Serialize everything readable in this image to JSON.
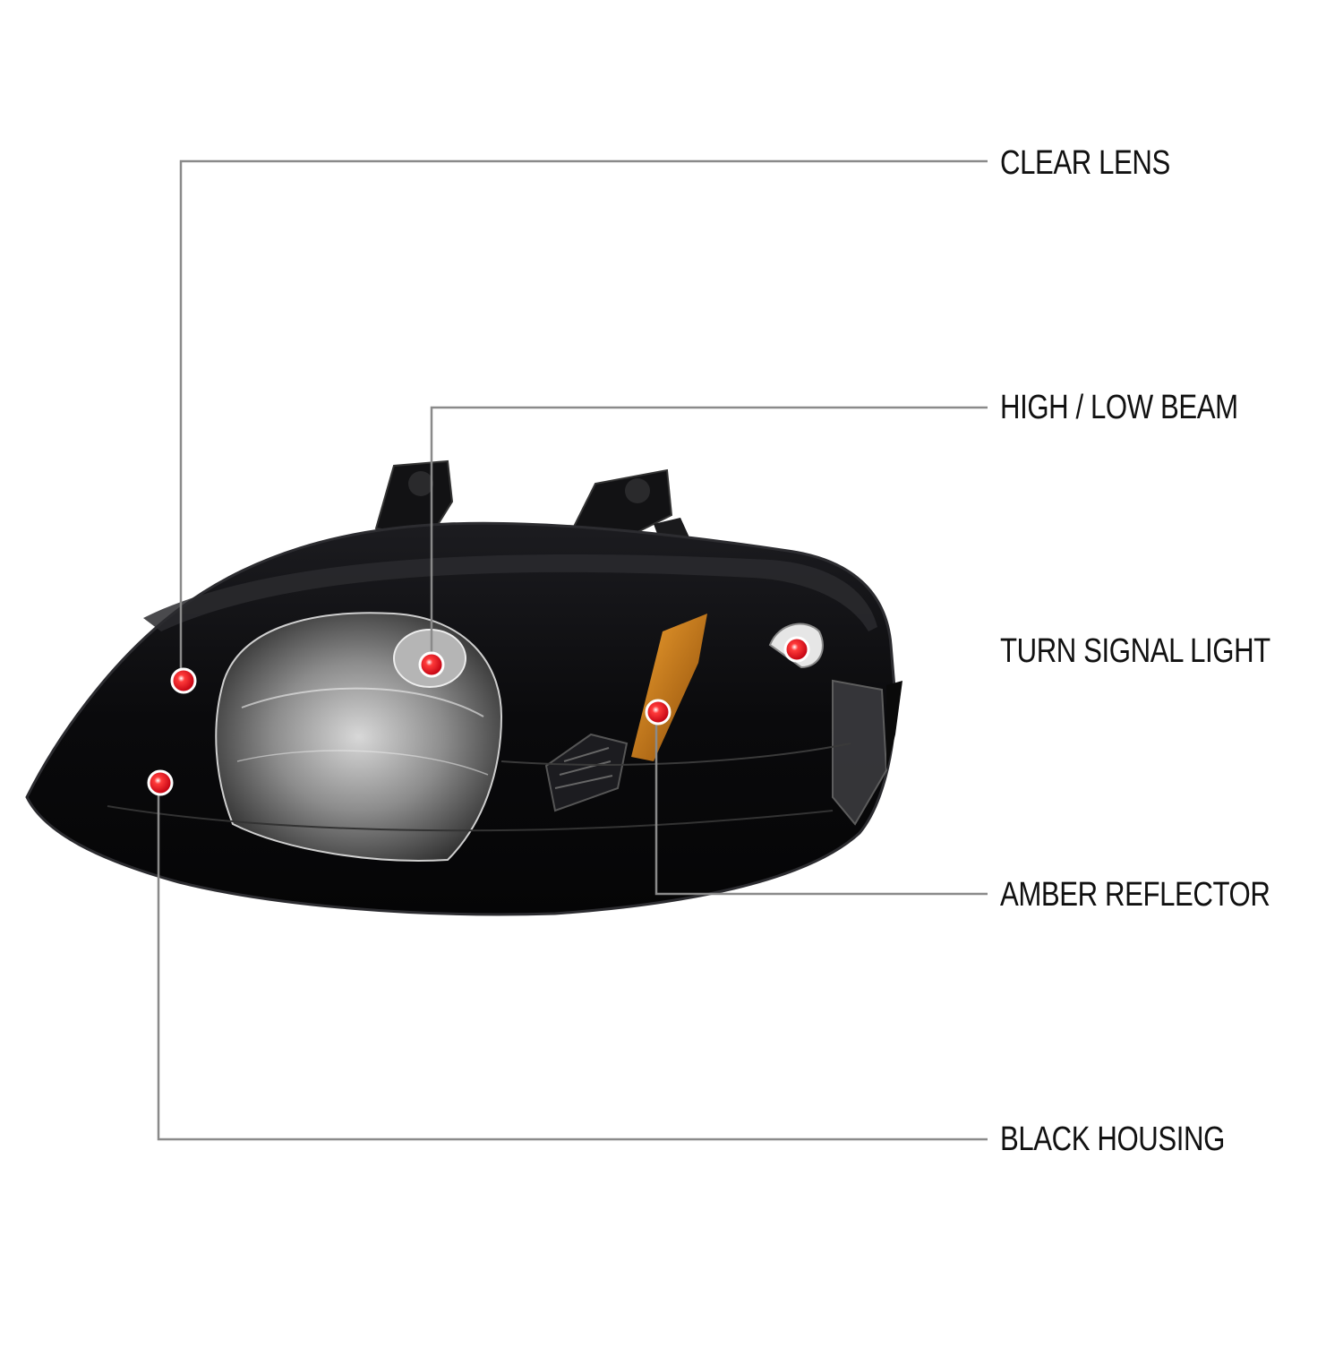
{
  "callouts": [
    {
      "id": "clear_lens",
      "label": "CLEAR LENS"
    },
    {
      "id": "high_low_beam",
      "label": "HIGH / LOW BEAM"
    },
    {
      "id": "turn_signal",
      "label": "TURN SIGNAL LIGHT"
    },
    {
      "id": "amber_reflector",
      "label": "AMBER REFLECTOR"
    },
    {
      "id": "black_housing",
      "label": "BLACK HOUSING"
    }
  ],
  "colors": {
    "background": "#ffffff",
    "leader_gray": "#8a8a8a",
    "leader_red": "#c81e28",
    "marker_red": "#e0141e",
    "housing_black": "#0b0b0d",
    "amber": "#c87814",
    "label_text": "#111111"
  }
}
